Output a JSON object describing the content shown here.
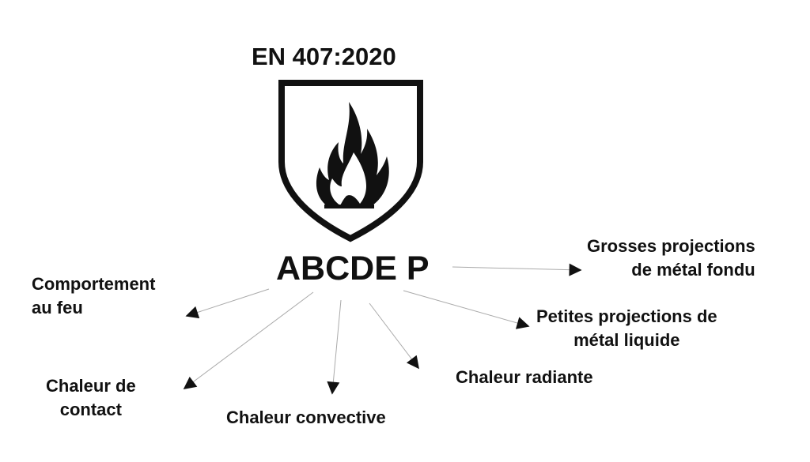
{
  "title": "EN 407:2020",
  "code": "ABCDE P",
  "labels": {
    "fire_behaviour": [
      "Comportement",
      "au feu"
    ],
    "contact_heat": [
      "Chaleur de",
      "contact"
    ],
    "convective_heat": "Chaleur convective",
    "radiant_heat": "Chaleur radiante",
    "small_splashes": [
      "Petites projections de",
      "métal liquide"
    ],
    "large_splashes": [
      "Grosses projections",
      "de métal fondu"
    ]
  }
}
